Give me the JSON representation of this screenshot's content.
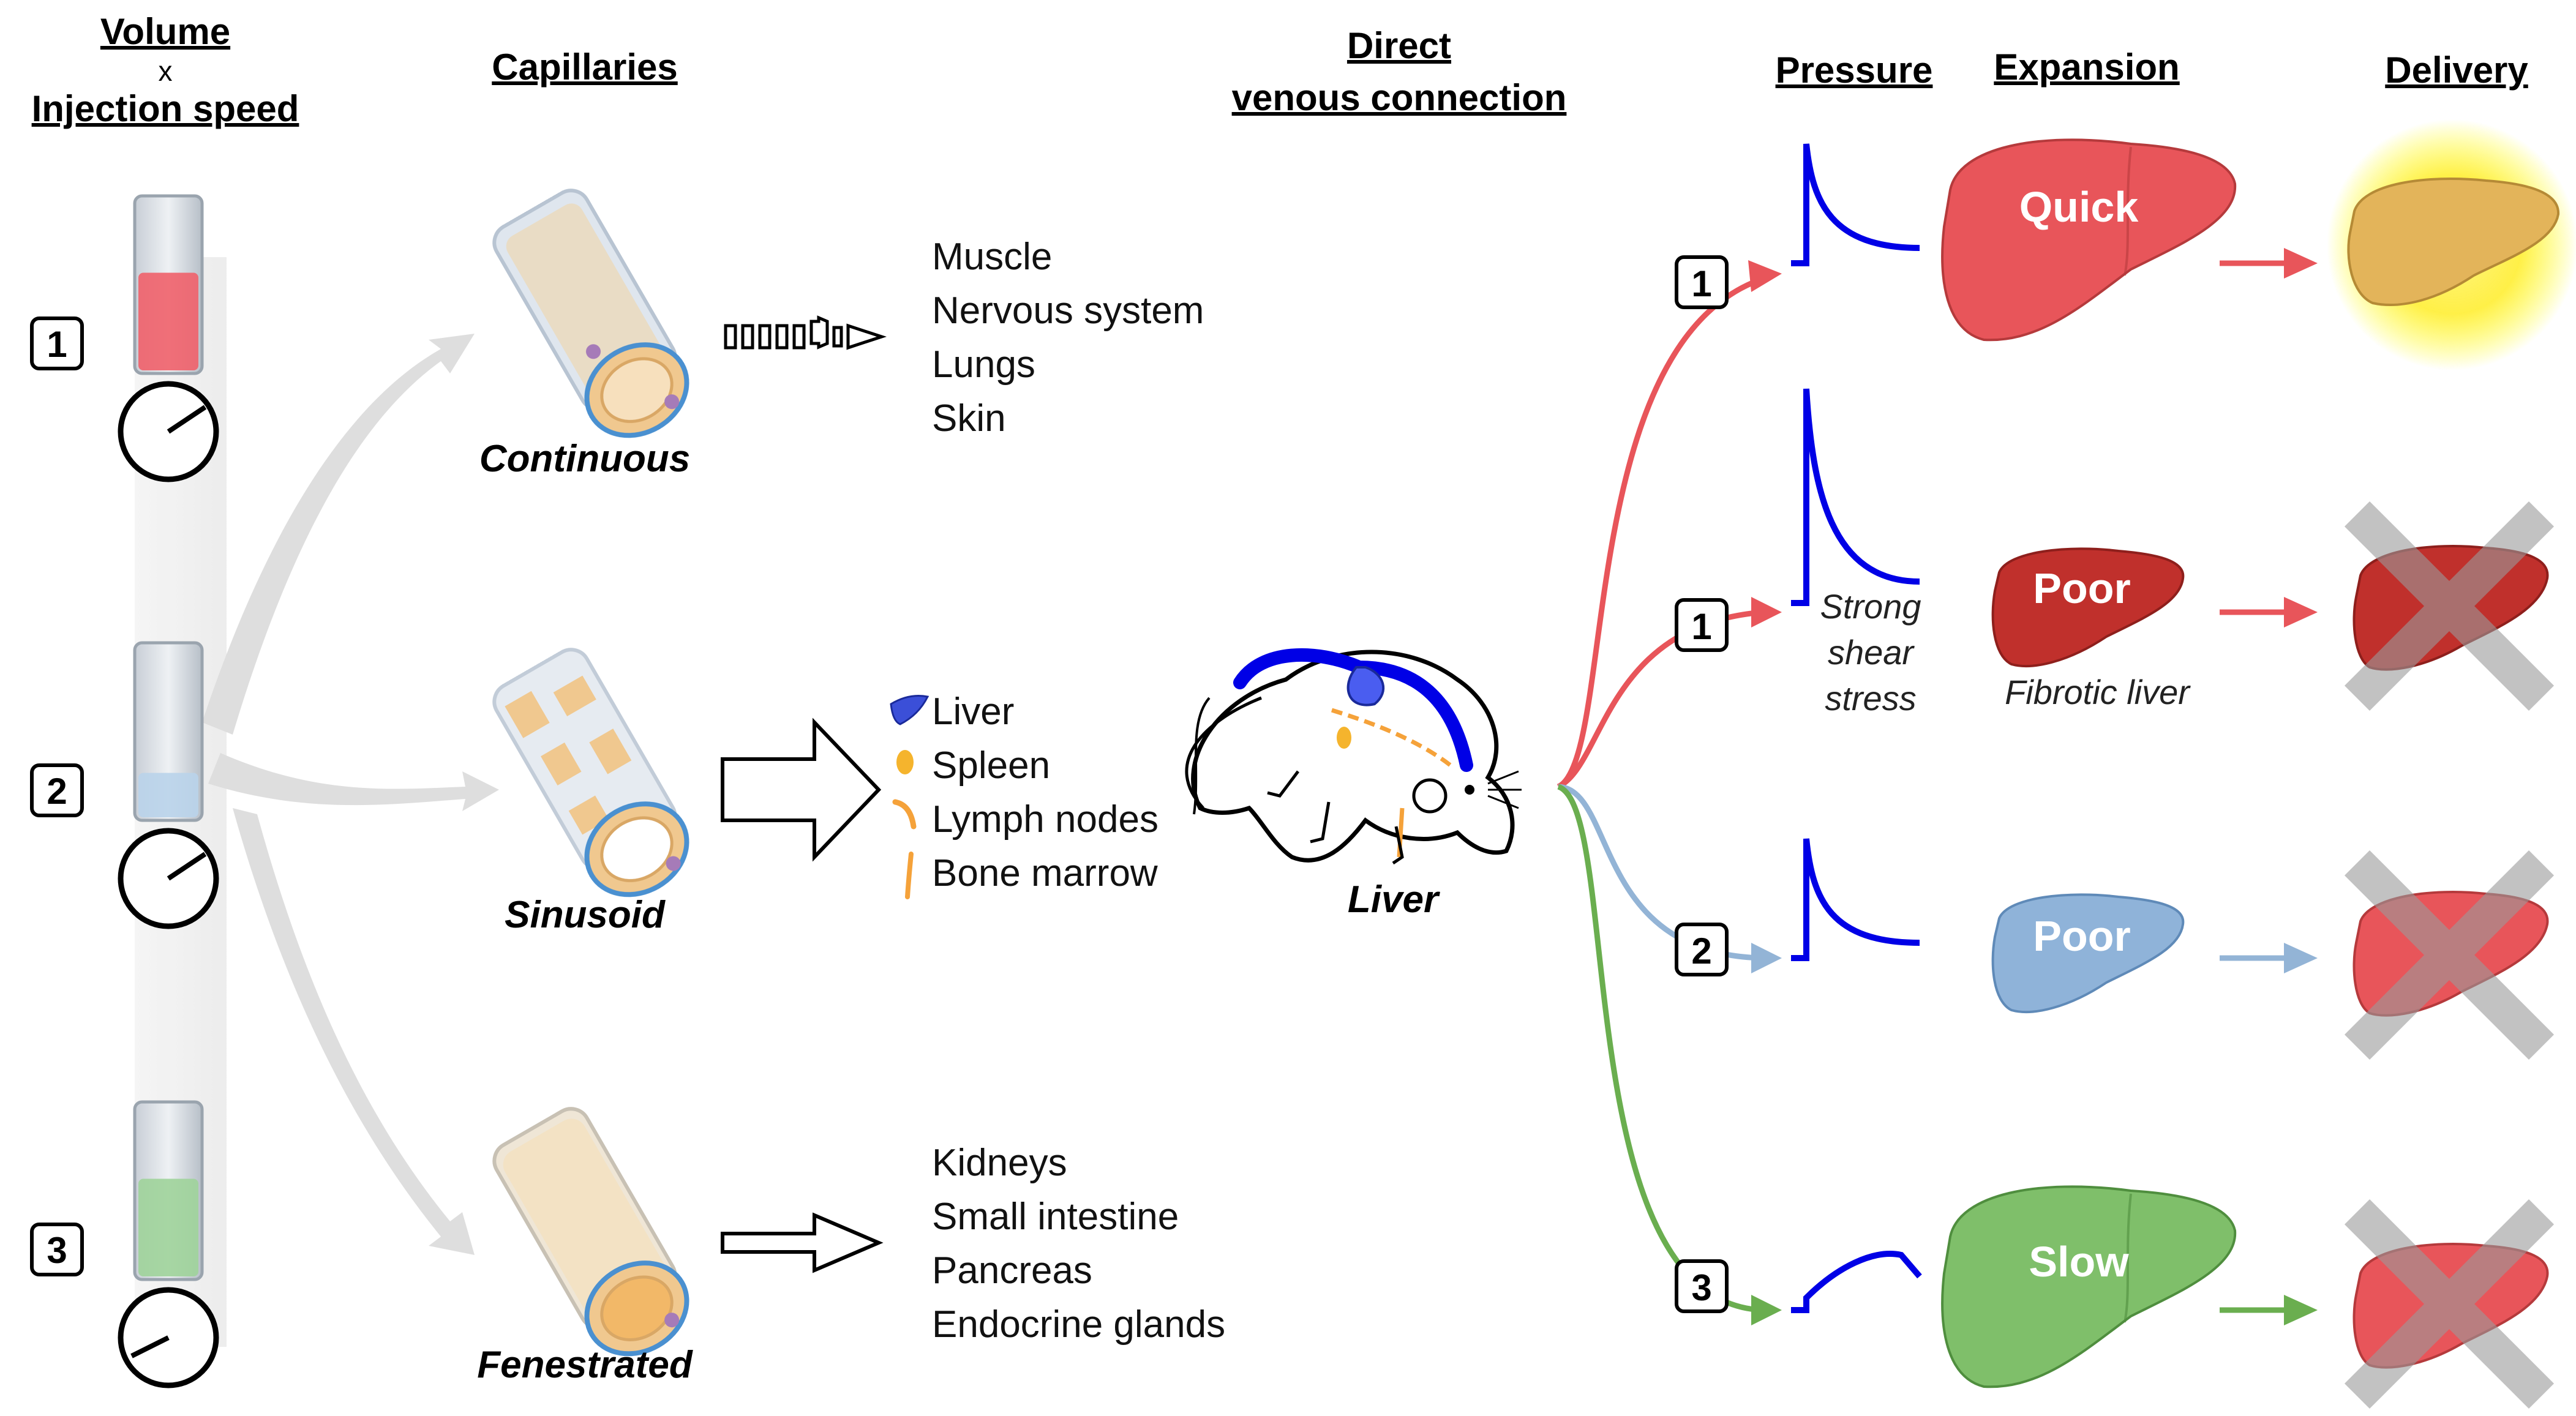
{
  "headers": {
    "volume": "Volume",
    "times": "x",
    "injection_speed": "Injection speed",
    "capillaries": "Capillaries",
    "direct_line1": "Direct",
    "direct_line2": "venous connection",
    "pressure": "Pressure",
    "expansion": "Expansion",
    "delivery": "Delivery"
  },
  "protocols": [
    {
      "number": "1",
      "liquid_color": "#f0606a"
    },
    {
      "number": "2",
      "liquid_color": "#b9d3ea"
    },
    {
      "number": "3",
      "liquid_color": "#9ed39a"
    }
  ],
  "capillaries": {
    "continuous": {
      "label": "Continuous",
      "organs": [
        "Muscle",
        "Nervous system",
        "Lungs",
        "Skin"
      ]
    },
    "sinusoid": {
      "label": "Sinusoid",
      "organs": [
        "Liver",
        "Spleen",
        "Lymph nodes",
        "Bone marrow"
      ]
    },
    "fenestrated": {
      "label": "Fenestrated",
      "organs": [
        "Kidneys",
        "Small intestine",
        "Pancreas",
        "Endocrine glands"
      ]
    }
  },
  "mouse_label": "Liver",
  "outcomes": [
    {
      "number": "1",
      "expansion": "Quick",
      "color": "#e8555a",
      "note": ""
    },
    {
      "number": "1",
      "expansion": "Poor",
      "color": "#c0302c",
      "note": "Fibrotic liver"
    },
    {
      "number": "2",
      "expansion": "Poor",
      "color": "#8fb3d9",
      "note": ""
    },
    {
      "number": "3",
      "expansion": "Slow",
      "color": "#7fbf6a",
      "note": ""
    }
  ],
  "pressure_note": [
    "Strong",
    "shear",
    "stress"
  ],
  "colors": {
    "red": "#e8555a",
    "blue_line": "#0000e6",
    "light_blue": "#93b4d6",
    "green": "#6aae4f"
  }
}
